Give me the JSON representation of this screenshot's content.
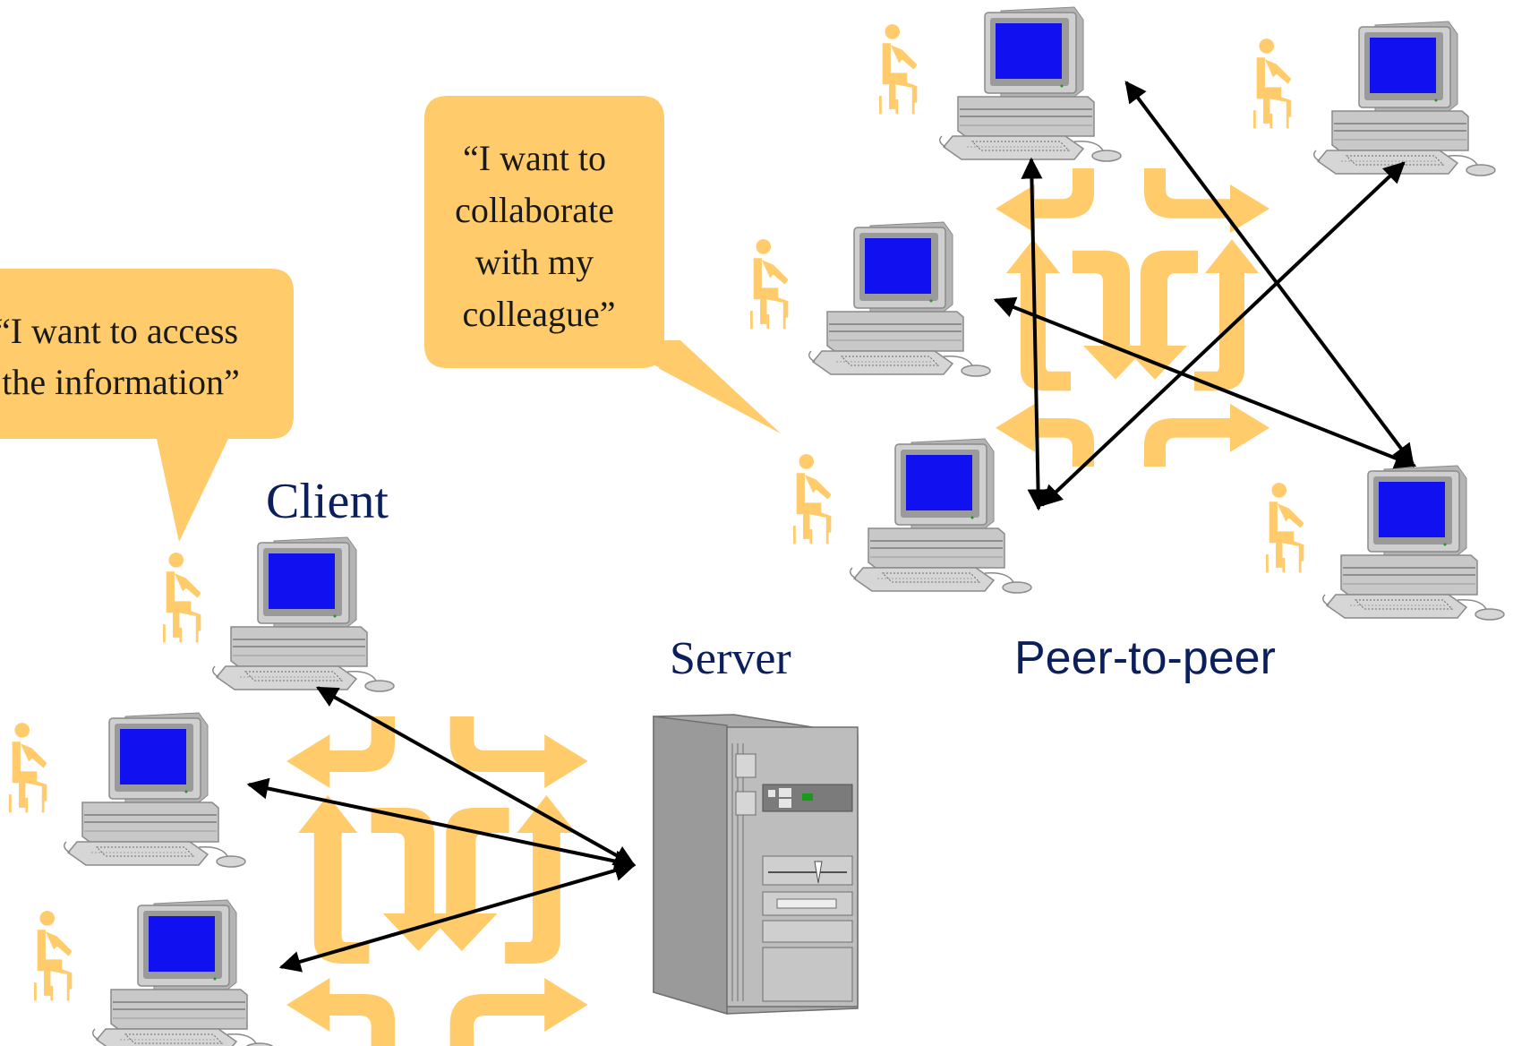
{
  "bubbles": {
    "client_quote": [
      "“I want to access",
      "the information”"
    ],
    "peer_quote": [
      "“I want to",
      "collaborate",
      "with my",
      "colleague”"
    ]
  },
  "labels": {
    "client": "Client",
    "server": "Server",
    "peer_to_peer": "Peer-to-peer"
  },
  "colors": {
    "bubble": "#FFCB6B",
    "flow_arrows": "#FFCB6B",
    "label_text": "#0B1F5C",
    "monitor_screen": "#1010F0",
    "computer_body": "#C8C8C8",
    "connection_lines": "#000000"
  },
  "icons": {
    "person": "seated-person-icon",
    "computer": "desktop-computer-icon",
    "server": "tower-server-icon",
    "flow": "circular-flow-arrows-icon"
  }
}
